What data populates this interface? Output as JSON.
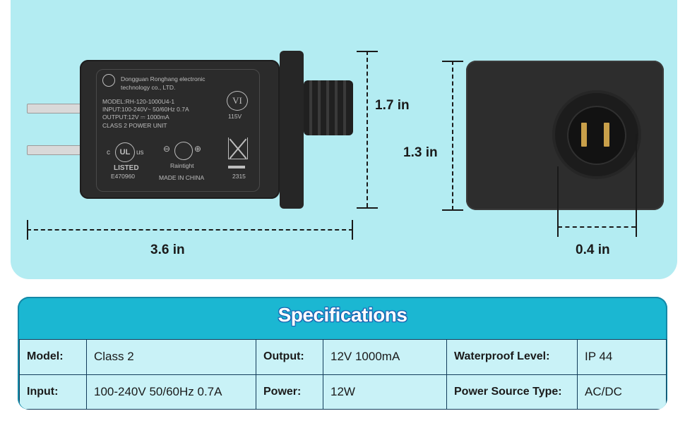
{
  "plate": {
    "maker_line1": "Dongguan Ronghang electronic",
    "maker_line2": "technology co., LTD.",
    "model": "MODEL:RH-120-1000U4-1",
    "input": "INPUT:100-240V~ 50/60Hz 0.7A",
    "output": "OUTPUT:12V ⎓ 1000mA",
    "class": "CLASS 2 POWER UNIT",
    "vi": "VI",
    "voltage": "115V",
    "ul": "UL",
    "c": "c",
    "us": "us",
    "listed": "LISTED",
    "file": "E470960",
    "raintight": "Raintight",
    "origin": "MADE IN CHINA",
    "code": "2315"
  },
  "dimensions": {
    "length": "3.6 in",
    "height": "1.7 in",
    "face_height": "1.3 in",
    "socket": "0.4 in"
  },
  "specs": {
    "title": "Specifications",
    "rows": [
      [
        {
          "label": "Model:",
          "value": "Class 2"
        },
        {
          "label": "Output:",
          "value": "12V 1000mA"
        },
        {
          "label": "Waterproof Level:",
          "value": "IP 44"
        }
      ],
      [
        {
          "label": "Input:",
          "value": "100-240V 50/60Hz 0.7A"
        },
        {
          "label": "Power:",
          "value": "12W"
        },
        {
          "label": "Power Source Type:",
          "value": "AC/DC"
        }
      ]
    ]
  },
  "colors": {
    "panel_bg": "#b3ecf2",
    "spec_header": "#1bb7d2",
    "spec_cells": "#c9f2f7",
    "border": "#123c5a"
  },
  "icons": [
    "manufacturer-logo-icon",
    "ul-listed-icon",
    "polarity-icon",
    "weee-bin-icon"
  ]
}
